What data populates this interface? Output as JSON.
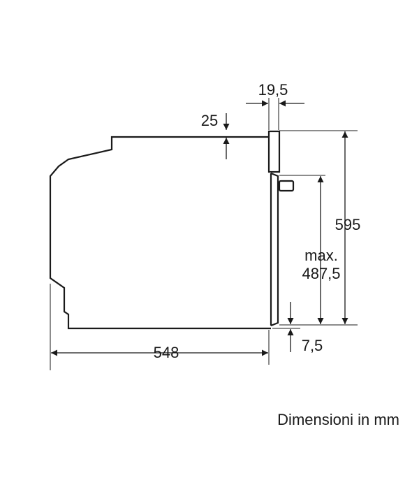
{
  "diagram": {
    "dimensions": {
      "depth": "548",
      "height": "595",
      "door_thickness": "19,5",
      "top_offset": "25",
      "max_label": "max.",
      "max_value": "487,5",
      "bottom_offset": "7,5"
    },
    "caption": "Dimensioni in mm",
    "colors": {
      "line": "#1a1a1a",
      "background": "#ffffff"
    }
  }
}
